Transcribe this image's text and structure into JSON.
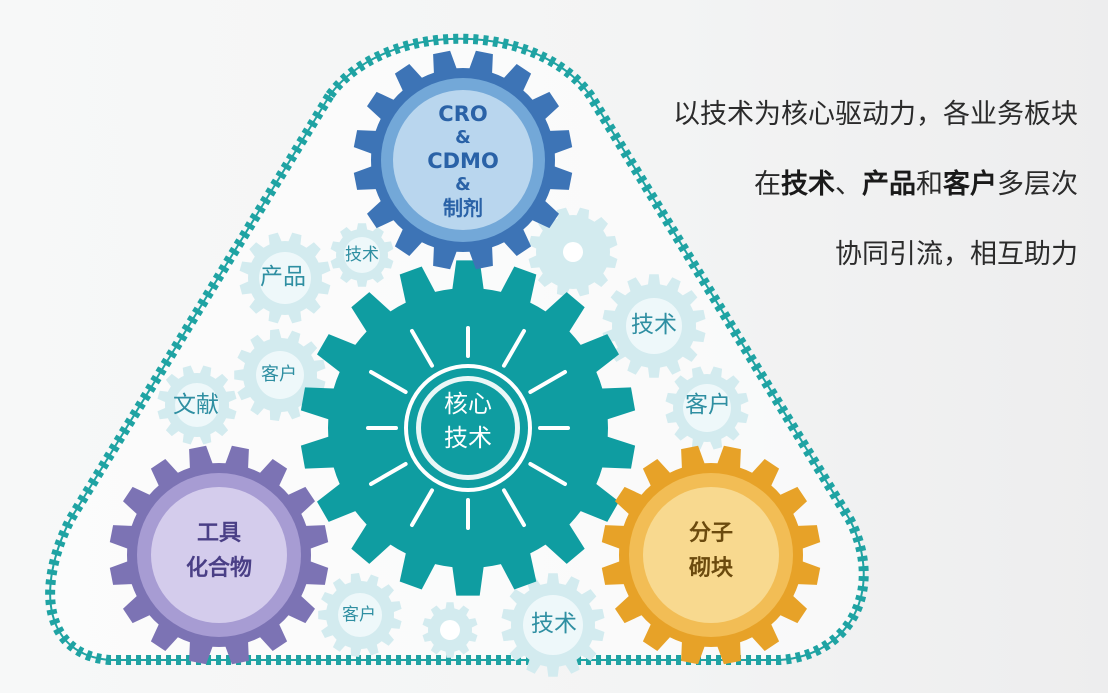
{
  "gears": {
    "cro": {
      "line1": "CRO",
      "line2": "&",
      "line3": "CDMO",
      "line4": "&",
      "line5": "制剂"
    },
    "core": {
      "line1": "核心",
      "line2": "技术"
    },
    "tool": {
      "line1": "工具",
      "line2": "化合物"
    },
    "block": {
      "line1": "分子",
      "line2": "砌块"
    }
  },
  "small_gears": {
    "tech_top": "技术",
    "product": "产品",
    "client_left": "客户",
    "literature": "文献",
    "tech_right": "技术",
    "client_right": "客户",
    "client_bottom": "客户",
    "tech_bottom": "技术"
  },
  "caption": {
    "line1": "以技术为核心驱动力，各业务板块",
    "line2_a": "在",
    "line2_b": "技术",
    "line2_c": "、",
    "line2_d": "产品",
    "line2_e": "和",
    "line2_f": "客户",
    "line2_g": "多层次",
    "line3": "协同引流，相互助力"
  },
  "colors": {
    "teal": "#1fa3a3",
    "core_teal": "#0f9da1",
    "blue_dark": "#3d74b6",
    "blue_mid": "#73a8d8",
    "blue_light": "#b9d6ee",
    "purple_dark": "#7c73b4",
    "purple_mid": "#a79cd3",
    "purple_light": "#d4ccec",
    "orange_dark": "#e7a228",
    "orange_mid": "#f2bd55",
    "orange_light": "#f8d98f",
    "pale_gear": "#d3ebef",
    "pale_text": "#2f8fa2"
  }
}
